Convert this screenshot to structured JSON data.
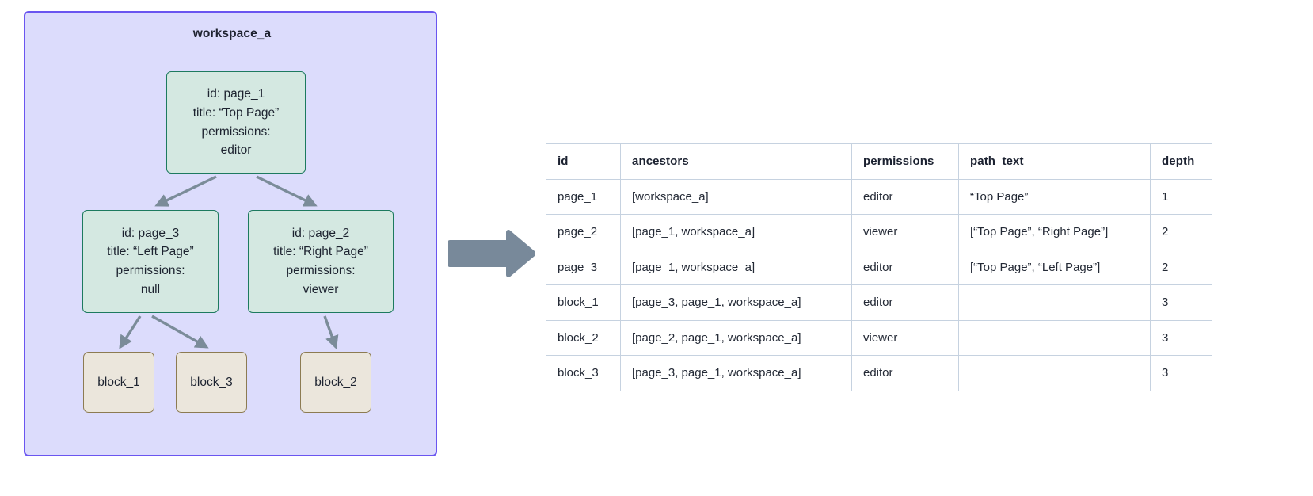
{
  "diagram": {
    "container_label": "workspace_a",
    "container_border_color": "#6a55f0",
    "container_fill_color": "#dcdcfc",
    "page_node_fill": "#d4e8e1",
    "page_node_border": "#1d7a5f",
    "block_node_fill": "#ebe6dc",
    "block_node_border": "#8c7b52",
    "edge_color": "#7b8c99",
    "arrow_color": "#78899a",
    "nodes": [
      {
        "key": "page_1",
        "type": "page",
        "lines": [
          "id: page_1",
          "title: “Top Page”",
          "permissions:",
          "editor"
        ]
      },
      {
        "key": "page_3",
        "type": "page",
        "lines": [
          "id: page_3",
          "title: “Left Page”",
          "permissions:",
          "null"
        ]
      },
      {
        "key": "page_2",
        "type": "page",
        "lines": [
          "id: page_2",
          "title: “Right Page”",
          "permissions:",
          "viewer"
        ]
      },
      {
        "key": "block_1",
        "type": "block",
        "lines": [
          "block_1"
        ]
      },
      {
        "key": "block_3",
        "type": "block",
        "lines": [
          "block_3"
        ]
      },
      {
        "key": "block_2",
        "type": "block",
        "lines": [
          "block_2"
        ]
      }
    ],
    "edges": [
      {
        "from": "page_1",
        "to": "page_3"
      },
      {
        "from": "page_1",
        "to": "page_2"
      },
      {
        "from": "page_3",
        "to": "block_1"
      },
      {
        "from": "page_3",
        "to": "block_3"
      },
      {
        "from": "page_2",
        "to": "block_2"
      }
    ]
  },
  "table": {
    "columns": [
      "id",
      "ancestors",
      "permissions",
      "path_text",
      "depth"
    ],
    "rows": [
      {
        "id": "page_1",
        "ancestors": "[workspace_a]",
        "permissions": "editor",
        "path_text": "“Top Page”",
        "depth": "1"
      },
      {
        "id": "page_2",
        "ancestors": "[page_1, workspace_a]",
        "permissions": "viewer",
        "path_text": "[“Top Page”, “Right Page”]",
        "depth": "2"
      },
      {
        "id": "page_3",
        "ancestors": "[page_1, workspace_a]",
        "permissions": "editor",
        "path_text": "[“Top Page”, “Left Page”]",
        "depth": "2"
      },
      {
        "id": "block_1",
        "ancestors": "[page_3, page_1, workspace_a]",
        "permissions": "editor",
        "path_text": "",
        "depth": "3"
      },
      {
        "id": "block_2",
        "ancestors": "[page_2, page_1, workspace_a]",
        "permissions": "viewer",
        "path_text": "",
        "depth": "3"
      },
      {
        "id": "block_3",
        "ancestors": "[page_3, page_1, workspace_a]",
        "permissions": "editor",
        "path_text": "",
        "depth": "3"
      }
    ]
  }
}
